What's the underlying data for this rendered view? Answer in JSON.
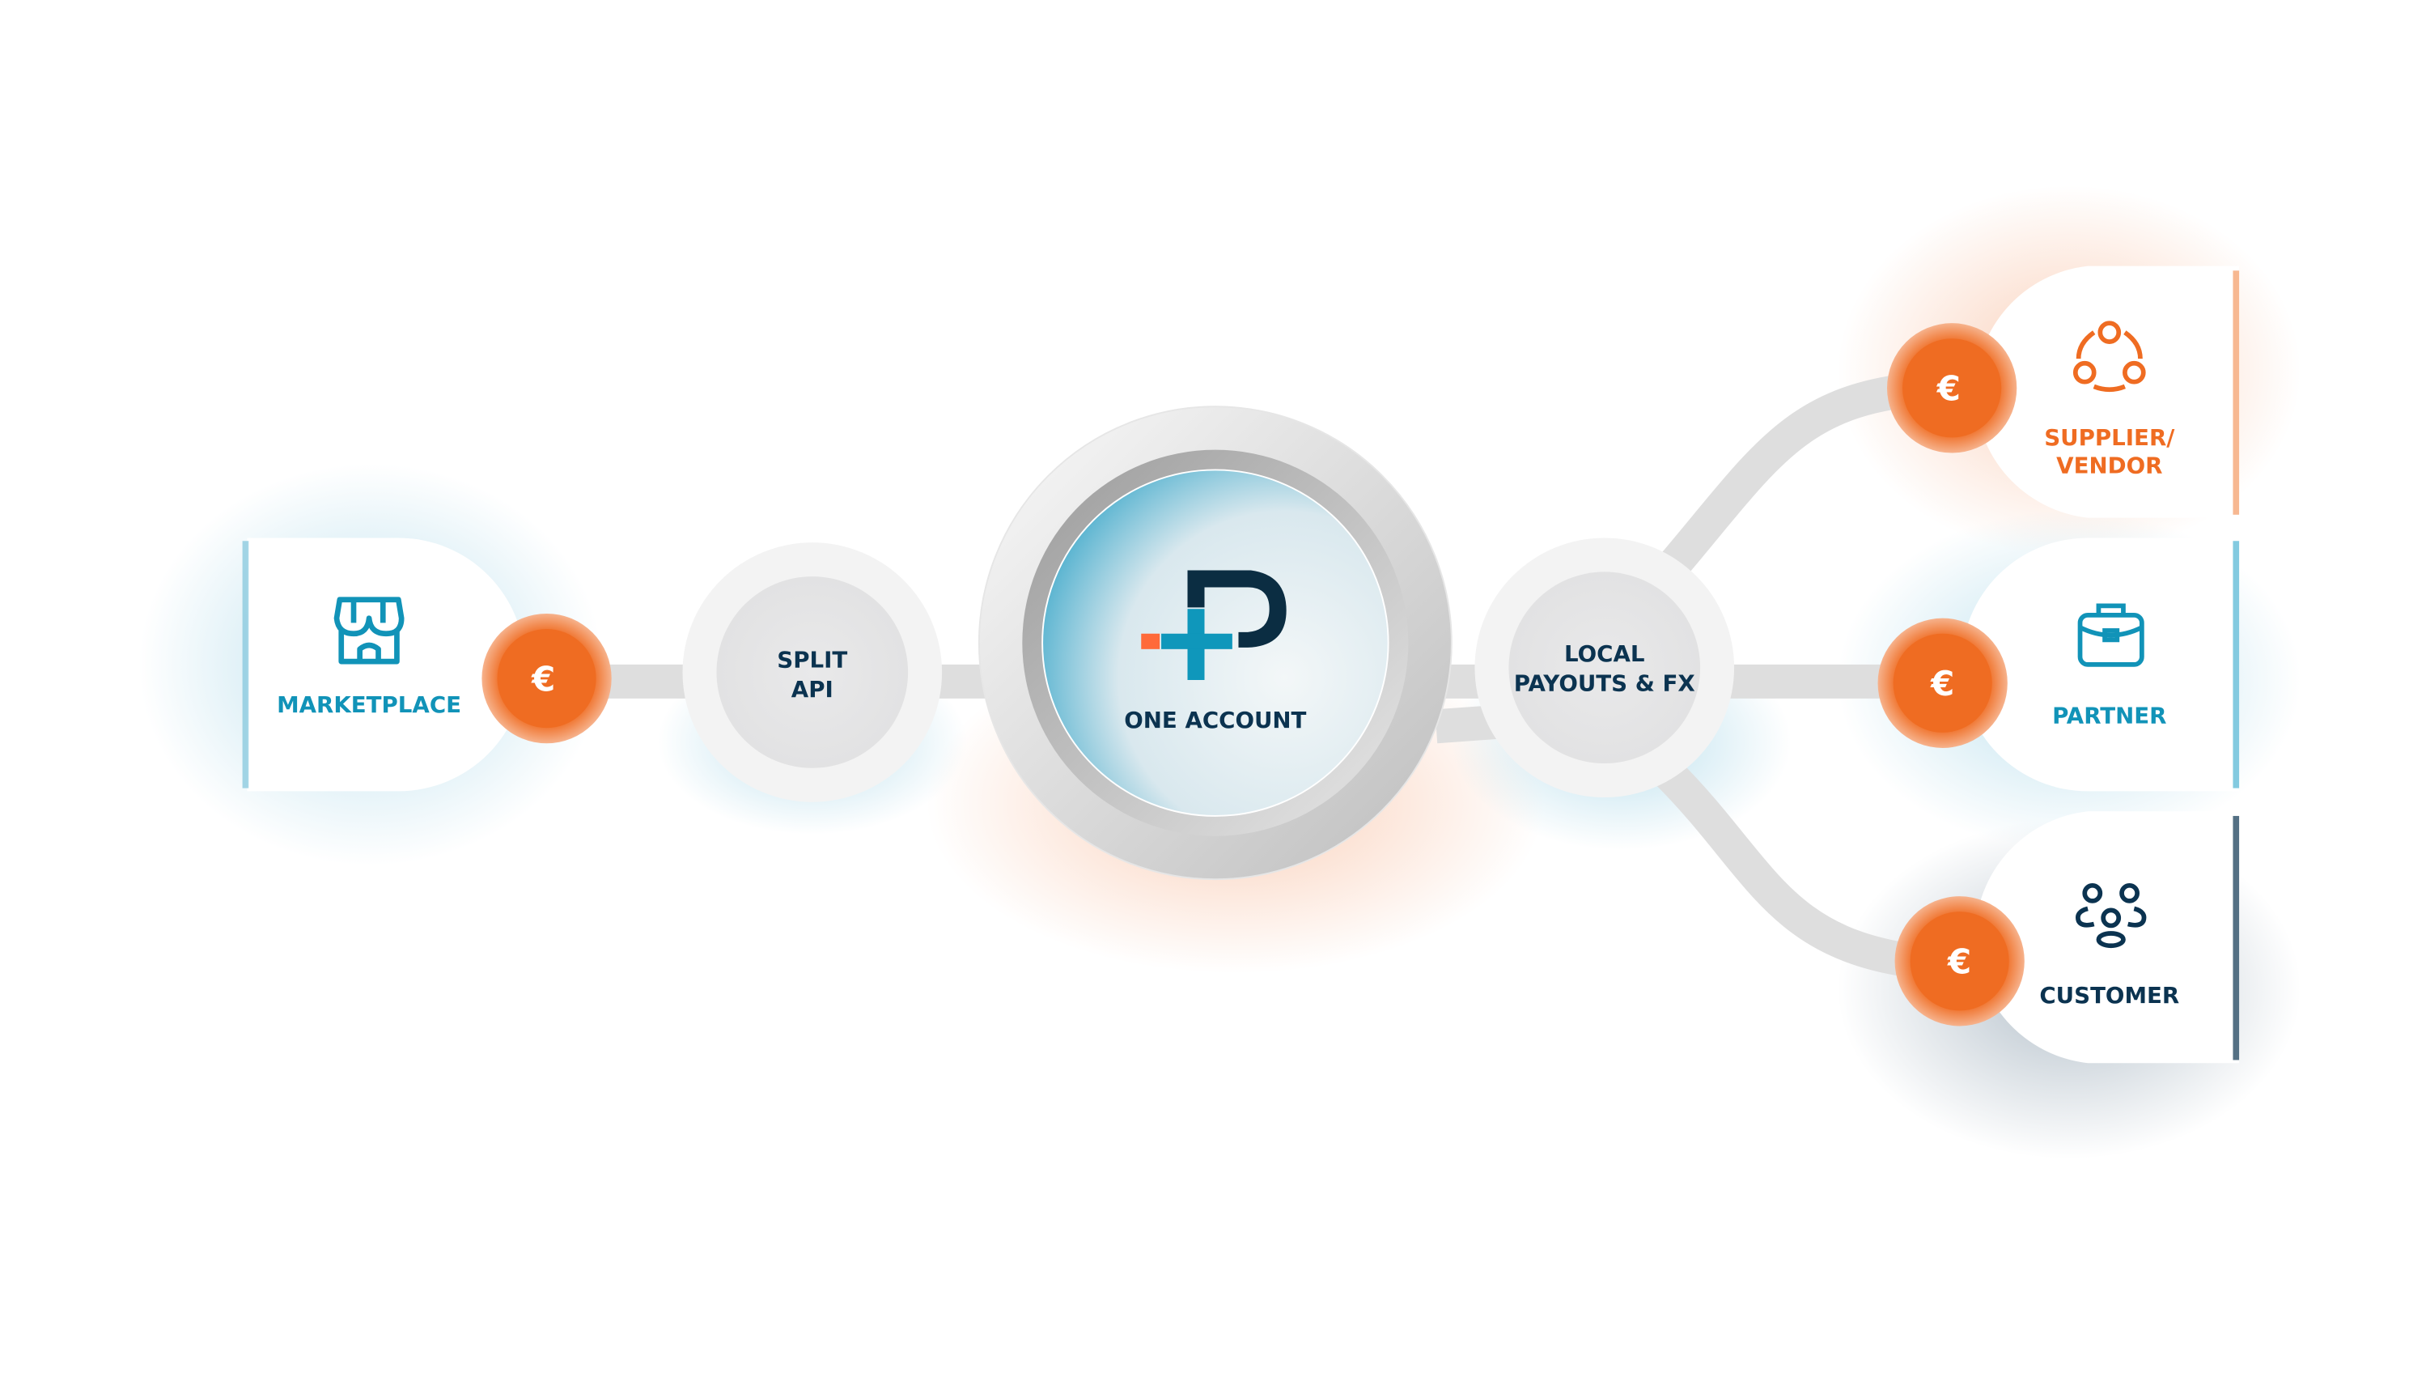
{
  "center": {
    "label": "ONE ACCOUNT",
    "logo": "P+ logo"
  },
  "nodes": {
    "split_api": {
      "line1": "SPLIT",
      "line2": "API"
    },
    "local_payouts": {
      "line1": "LOCAL",
      "line2": "PAYOUTS & FX"
    }
  },
  "left_card": {
    "label": "MARKETPLACE",
    "icon": "storefront-icon"
  },
  "right_cards": [
    {
      "line1": "SUPPLIER/",
      "line2": "VENDOR",
      "icon": "network-icon"
    },
    {
      "line1": "PARTNER",
      "icon": "briefcase-icon"
    },
    {
      "line1": "CUSTOMER",
      "icon": "group-icon"
    }
  ],
  "currency_symbol": "€",
  "colors": {
    "orange": "#ef6c22",
    "blue": "#1193b8",
    "navy": "#0b3350",
    "gray": "#dedede"
  }
}
